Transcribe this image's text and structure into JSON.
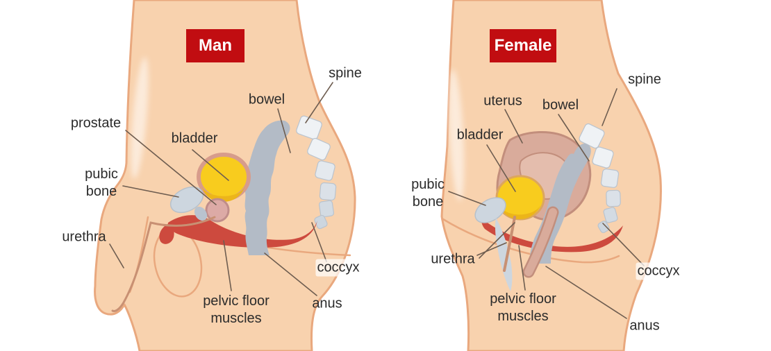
{
  "diagram": {
    "panels": {
      "man": {
        "title": "Man",
        "labels": {
          "prostate": "prostate",
          "bladder": "bladder",
          "bowel": "bowel",
          "spine": "spine",
          "pubic_bone": "pubic bone",
          "urethra": "urethra",
          "pelvic_floor": "pelvic floor muscles",
          "anus": "anus",
          "coccyx": "coccyx"
        }
      },
      "female": {
        "title": "Female",
        "labels": {
          "uterus": "uterus",
          "bladder": "bladder",
          "bowel": "bowel",
          "spine": "spine",
          "pubic_bone": "pubic bone",
          "urethra": "urethra",
          "pelvic_floor": "pelvic floor muscles",
          "anus": "anus",
          "coccyx": "coccyx"
        }
      }
    },
    "colors": {
      "background": "#ffffff",
      "skin": "#f8d2ae",
      "skin_outline": "#e9a87e",
      "title_bg": "#c10d11",
      "title_text": "#ffffff",
      "label_text": "#2b2b2b",
      "leader_line": "#6e5d50",
      "bladder_yellow": "#f8cc1e",
      "bladder_shade": "#ecb51a",
      "bladder_ring": "#d79c8b",
      "prostate_pink": "#dcaaa6",
      "prostate_outline": "#c08d8a",
      "muscle_red": "#cd4a3e",
      "bowel_gray": "#b3bbc6",
      "spine_light": "#eff2f5",
      "spine_mid": "#dbe1e8",
      "spine_dark": "#cdd6df",
      "spine_stroke": "#b9c3ce",
      "bone_gray": "#cdd6df",
      "bone_stroke": "#b7c1cb",
      "uterus_pink": "#d9ab9b",
      "uterus_outline": "#c28e7c",
      "uterus_cavity": "#e4bdad",
      "urethra_tan": "#c89073"
    }
  }
}
